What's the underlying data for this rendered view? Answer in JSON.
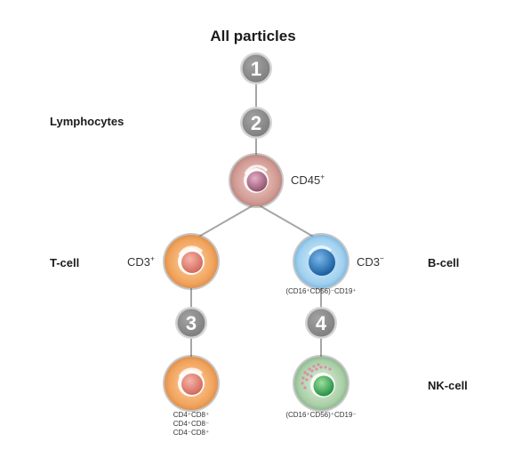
{
  "title": "All particles",
  "labels": {
    "lymphocytes": "Lymphocytes",
    "t_cell": "T-cell",
    "b_cell": "B-cell",
    "nk_cell": "NK-cell"
  },
  "steps": [
    "1",
    "2",
    "3",
    "4"
  ],
  "markers": {
    "cd45": {
      "text": "CD45",
      "sup": "+"
    },
    "cd3_pos": {
      "text": "CD3",
      "sup": "+"
    },
    "cd3_neg": {
      "text": "CD3",
      "sup": "−"
    },
    "bcell_phenotype": "(CD16⁺CD56)⁻CD19⁺",
    "nkcell_phenotype": "(CD16⁺CD56)⁺CD19⁻",
    "tcell_subsets": [
      "CD4⁺CD8⁺",
      "CD4⁺CD8⁻",
      "CD4⁻CD8⁺"
    ]
  },
  "colors": {
    "step_fill": "#8c8c8c",
    "step_ring": "#d4d4d4",
    "connector": "#a6a6a6",
    "lymphocyte": "#c58a84",
    "t_cell": "#ee9750",
    "b_cell": "#5fa8df",
    "nk_cell": "#7fae8d"
  }
}
